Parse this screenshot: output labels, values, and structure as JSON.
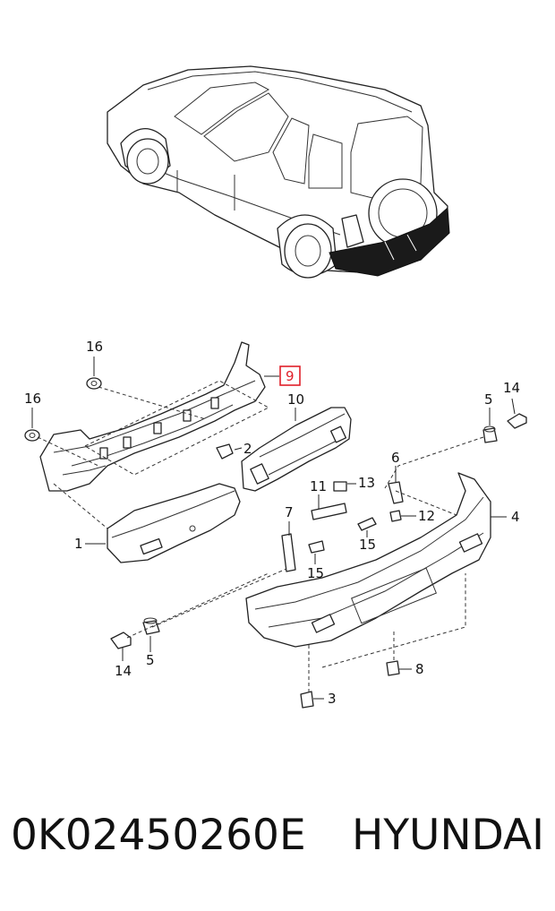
{
  "diagram": {
    "callouts": {
      "c16a": "16",
      "c16b": "16",
      "c9": "9",
      "c10": "10",
      "c2": "2",
      "c1": "1",
      "c5a": "5",
      "c14a": "14",
      "c6": "6",
      "c4": "4",
      "c13": "13",
      "c11": "11",
      "c12": "12",
      "c15a": "15",
      "c7": "7",
      "c15b": "15",
      "c14b": "14",
      "c5b": "5",
      "c8": "8",
      "c3": "3"
    },
    "highlighted_callout": "9",
    "highlight_color": "#e0202a"
  },
  "footer": {
    "part_number": "0K02450260E",
    "brand": "HYUNDAI"
  }
}
